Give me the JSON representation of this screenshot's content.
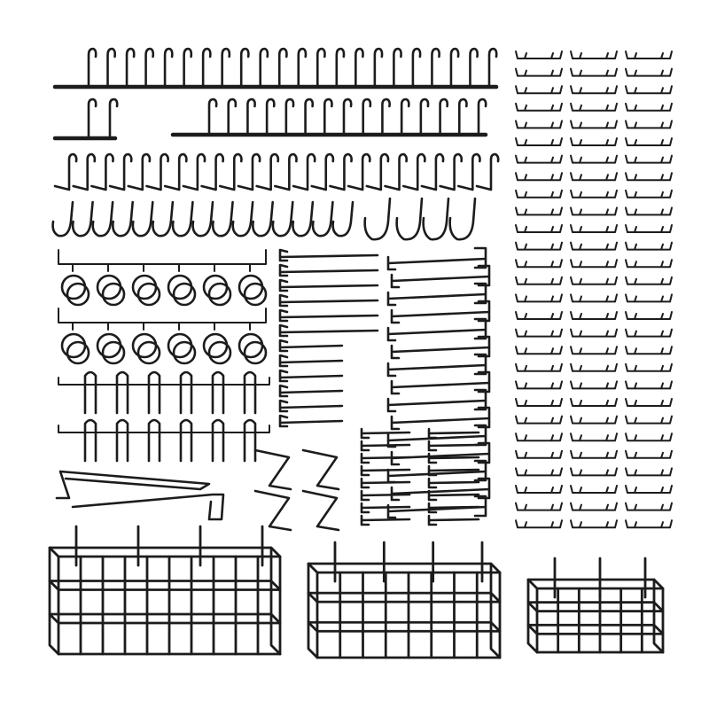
{
  "scene": {
    "background": "#ffffff",
    "wire_color": "#1c1c1c",
    "subject": "pegboard-hook-assortment"
  },
  "counts": {
    "top_rail_hooks": 22,
    "second_rail_short_hooks": 2,
    "second_rail_long_hooks": 15,
    "row_l_hooks": 24,
    "row_j_hooks": 15,
    "large_j_hooks": 4,
    "ring_holder_strips": 2,
    "rings_per_strip": 6,
    "u_holder_strips": 2,
    "u_hooks_per_strip": 6,
    "straight_hooks_column": 12,
    "fork_hooks_right": 15,
    "v_clips": 4,
    "locking_clips_columns": 3,
    "locking_clips_per_column": 28,
    "baskets": 3
  }
}
